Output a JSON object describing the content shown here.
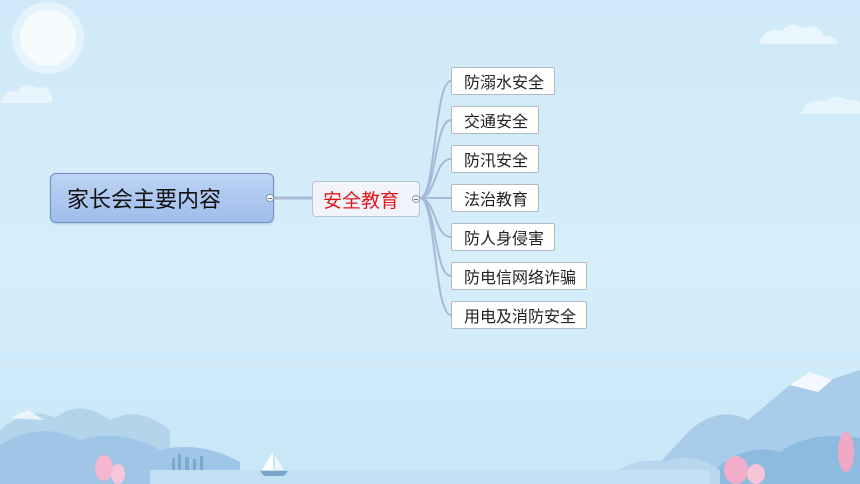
{
  "mindmap": {
    "root": {
      "label": "家长会主要内容"
    },
    "branch": {
      "label": "安全教育",
      "children": [
        {
          "label": "防溺水安全"
        },
        {
          "label": "交通安全"
        },
        {
          "label": "防汛安全"
        },
        {
          "label": "法治教育"
        },
        {
          "label": "防人身侵害"
        },
        {
          "label": "防电信网络诈骗"
        },
        {
          "label": "用电及消防安全"
        }
      ]
    }
  },
  "colors": {
    "root_fill": "#a9c4ee",
    "branch_text": "#e0161c",
    "connector": "#a8b9d8",
    "background": "#d3ecf9"
  },
  "icons": [
    "sun-icon",
    "cloud-icon",
    "mountain-icon",
    "sailboat-icon",
    "tree-icon",
    "collapse-icon"
  ]
}
